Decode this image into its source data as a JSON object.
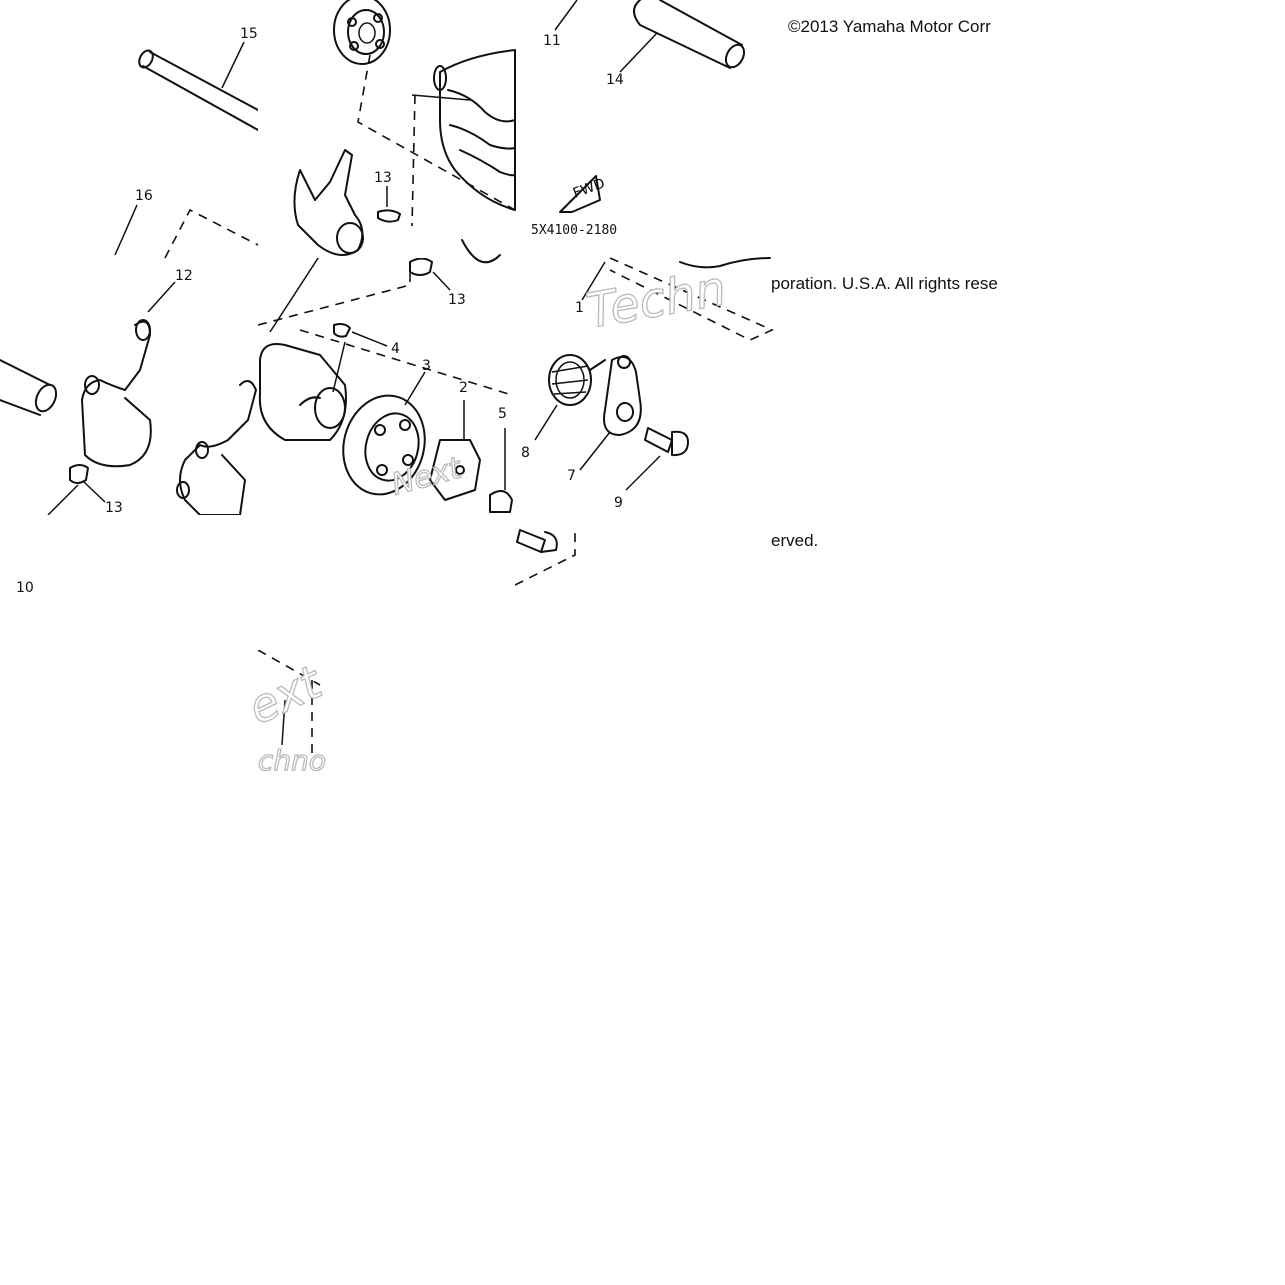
{
  "copyright": {
    "line1": "©2013 Yamaha Motor Corr",
    "line2": "poration. U.S.A. All rights rese",
    "line3": "erved."
  },
  "part_code": "5X4100-2180",
  "fwd_mark": "FWD",
  "watermarks": [
    "Techn",
    "Next",
    "ext",
    "chno"
  ],
  "callouts": [
    "15",
    "11",
    "14",
    "13",
    "16",
    "12",
    "13",
    "4",
    "3",
    "2",
    "5",
    "8",
    "7",
    "9",
    "13",
    "10",
    "1"
  ]
}
